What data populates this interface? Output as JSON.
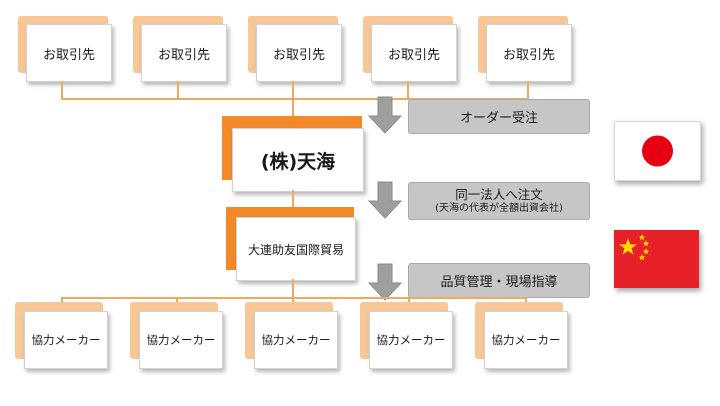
{
  "partners": [
    {
      "label": "お取引先"
    },
    {
      "label": "お取引先"
    },
    {
      "label": "お取引先"
    },
    {
      "label": "お取引先"
    },
    {
      "label": "お取引先"
    }
  ],
  "company": {
    "name": "(株)天海"
  },
  "subsidiary": {
    "name": "大連助友国際貿易"
  },
  "makers": [
    {
      "label": "協力メーカー"
    },
    {
      "label": "協力メーカー"
    },
    {
      "label": "協力メーカー"
    },
    {
      "label": "協力メーカー"
    },
    {
      "label": "協力メーカー"
    }
  ],
  "steps": {
    "order": "オーダー受注",
    "same_entity": "同一法人へ注文",
    "same_entity_note": "(天海の代表が全額出資会社)",
    "quality": "品質管理・現場指導"
  },
  "flags": {
    "top": {
      "icon": "japan-flag-icon"
    },
    "bottom": {
      "icon": "china-flag-icon"
    }
  },
  "colors": {
    "accent_orange": "#f4892a",
    "shadow_orange": "#f8c796",
    "connector": "#f0a85a",
    "label_gray": "#c6c6c6",
    "arrow_gray": "#9e9e9e",
    "japan_red": "#e60012",
    "china_red": "#e8202a",
    "china_star": "#ffde00"
  }
}
